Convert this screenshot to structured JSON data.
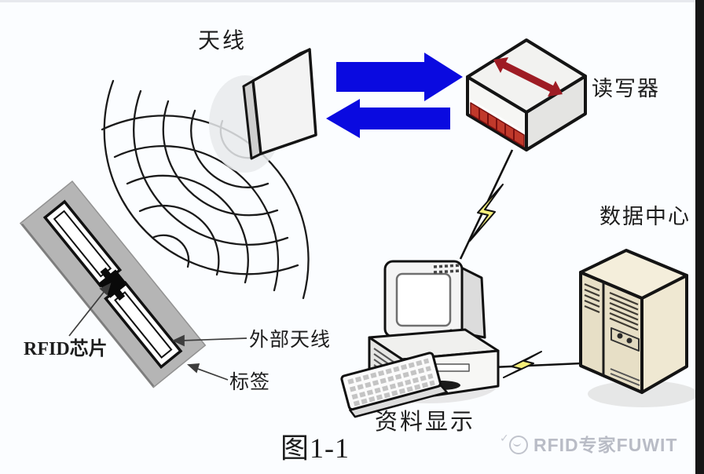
{
  "diagram": {
    "caption": "图1-1",
    "labels": {
      "antenna": "天线",
      "reader": "读写器",
      "data_center": "数据中心",
      "data_display": "资料显示",
      "rfid_chip": "RFID芯片",
      "external_antenna": "外部天线",
      "tag": "标签"
    },
    "watermark": {
      "text": "RFID专家FUWIT"
    },
    "colors": {
      "background": "#fbfdff",
      "arrow_blue": "#0a0ae0",
      "reader_arrow_red": "#9e1c24",
      "reader_band_red": "#c0392b",
      "lightning_yellow": "#f7f07a",
      "tag_gray": "#b5b5b5",
      "server_beige": "#e7dfc6",
      "watermark_gray": "#b9bcc6",
      "frame_black": "#161616"
    }
  }
}
